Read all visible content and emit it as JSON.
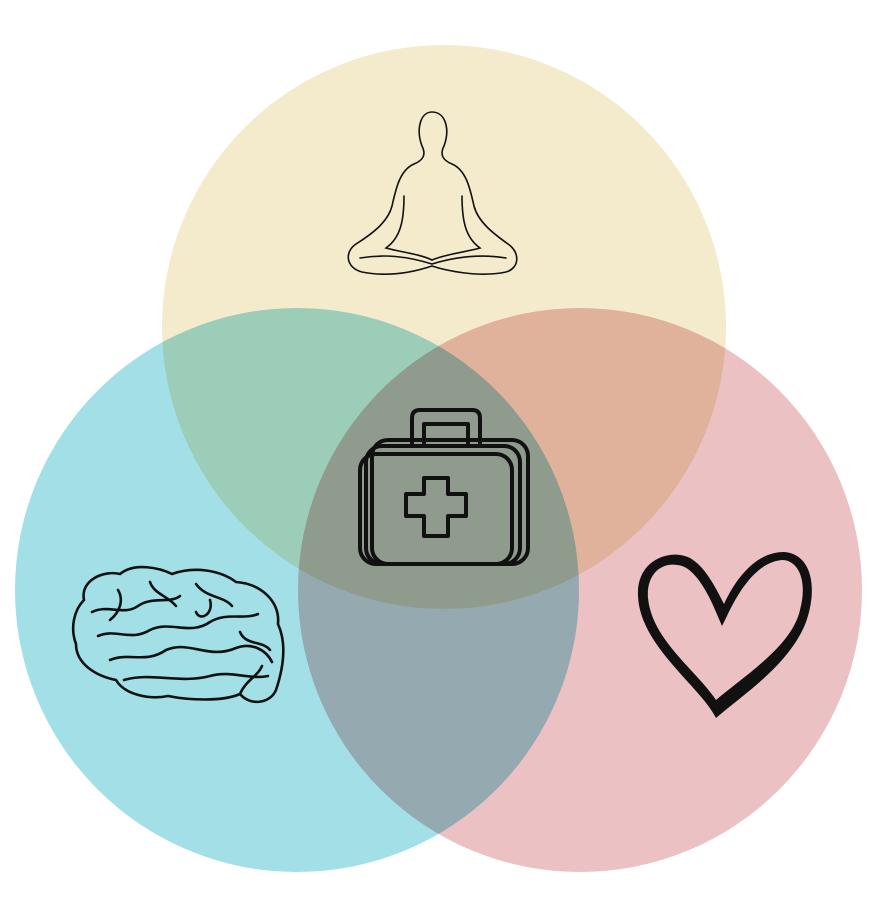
{
  "diagram": {
    "type": "venn",
    "circles": [
      {
        "id": "spirit",
        "icon": "meditation-icon",
        "color": "#f4ebcc"
      },
      {
        "id": "mind",
        "icon": "brain-icon",
        "color": "#a2dfe7"
      },
      {
        "id": "heart",
        "icon": "heart-icon",
        "color": "#ebc1c3"
      }
    ],
    "center": {
      "icon": "medical-kit-icon"
    }
  }
}
